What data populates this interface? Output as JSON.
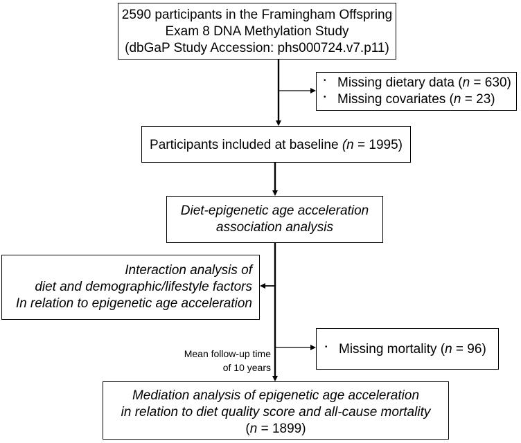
{
  "source_box": {
    "line1": "2590 participants in the Framingham Offspring",
    "line2": "Exam 8 DNA Methylation Study",
    "line3": "(dbGaP Study Accession: phs000724.v7.p11)"
  },
  "exclusion_1": {
    "bullet": "•",
    "items": [
      {
        "prefix": "Missing dietary data (",
        "n": "n",
        "suffix": " = 630)"
      },
      {
        "prefix": "Missing covariates (",
        "n": "n",
        "suffix": " = 23)"
      }
    ]
  },
  "baseline_box": {
    "prefix": "Participants included at baseline ",
    "n_open": "(n",
    "suffix": " = 1995)"
  },
  "association_box": {
    "line1": "Diet-epigenetic age acceleration",
    "line2": "association analysis"
  },
  "interaction_box": {
    "line1": "Interaction analysis of",
    "line2": "diet and demographic/lifestyle factors",
    "line3": "In relation to epigenetic age acceleration"
  },
  "followup_label": {
    "line1": "Mean follow-up time",
    "line2": "of 10 years"
  },
  "exclusion_2": {
    "bullet": "•",
    "prefix": "Missing mortality (",
    "n": "n",
    "suffix": " = 96)"
  },
  "mediation_box": {
    "line1": "Mediation analysis of epigenetic age acceleration",
    "line2": "in relation to diet quality score and all-cause mortality",
    "line3_open": "(",
    "n": "n",
    "line3_suffix": " = 1899)"
  },
  "colors": {
    "line": "#000000",
    "box_border": "#000000",
    "background": "#ffffff"
  }
}
